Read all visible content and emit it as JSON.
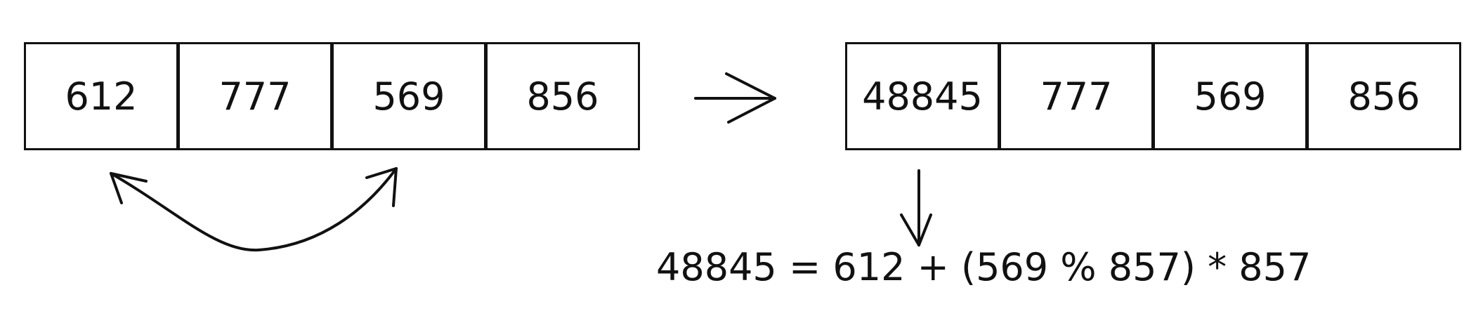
{
  "before_array": {
    "cells": [
      "612",
      "777",
      "569",
      "856"
    ]
  },
  "after_array": {
    "cells": [
      "48845",
      "777",
      "569",
      "856"
    ]
  },
  "formula": "48845 = 612 + (569 % 857) * 857",
  "arrow_icons": [
    "right-arrow-icon",
    "down-arrow-icon",
    "swap-curved-arrow-icon"
  ]
}
